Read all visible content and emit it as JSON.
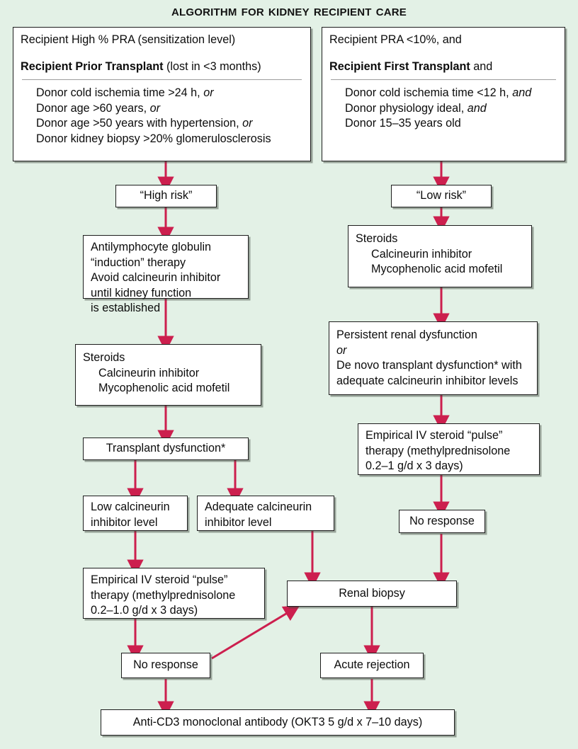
{
  "title": "Algorithm for Kidney Recipient Care",
  "colors": {
    "background": "#e3f1e6",
    "arrow": "#cc1f4e",
    "box_fill": "#ffffff",
    "box_border": "#1d1d1d",
    "divider": "#9d9d9d"
  },
  "boxes": {
    "high_risk_criteria": {
      "head_line1": "Recipient High % PRA (sensitization level)",
      "head_line2_bold": "Recipient Prior Transplant",
      "head_line2_rest": " (lost in <3 months)",
      "items": [
        {
          "text": "Donor cold ischemia time >24 h,",
          "conj": "or"
        },
        {
          "text": "Donor age >60 years,",
          "conj": "or"
        },
        {
          "text": "Donor age >50 years with hypertension,",
          "conj": "or"
        },
        {
          "text": "Donor kidney biopsy >20% glomerulosclerosis",
          "conj": ""
        }
      ]
    },
    "low_risk_criteria": {
      "head_line1": "Recipient PRA <10%, and",
      "head_line2_bold": "Recipient First Transplant",
      "head_line2_rest": " and",
      "items": [
        {
          "text": "Donor cold ischemia time <12 h,",
          "conj": "and"
        },
        {
          "text": "Donor physiology ideal,",
          "conj": "and"
        },
        {
          "text": "Donor 15–35 years old",
          "conj": ""
        }
      ]
    },
    "high_risk_label": "“High risk”",
    "low_risk_label": "“Low risk”",
    "induction": {
      "l1": "Antilymphocyte globulin",
      "l2": "“induction” therapy",
      "l3": "Avoid calcineurin inhibitor",
      "l4": "until kidney function",
      "l5": "is established"
    },
    "steroids_left": {
      "l1": "Steroids",
      "l2": "Calcineurin inhibitor",
      "l3": "Mycophenolic acid mofetil"
    },
    "steroids_right": {
      "l1": "Steroids",
      "l2": "Calcineurin inhibitor",
      "l3": "Mycophenolic acid mofetil"
    },
    "transplant_dysfunction": "Transplant dysfunction*",
    "low_cni": {
      "l1": "Low calcineurin",
      "l2": "inhibitor level"
    },
    "adequate_cni": {
      "l1": "Adequate calcineurin",
      "l2": "inhibitor level"
    },
    "persistent_dysfunction": {
      "l1": "Persistent renal dysfunction",
      "l2": "or",
      "l3": "De novo transplant dysfunction* with",
      "l4": "adequate calcineurin inhibitor levels"
    },
    "pulse_left": {
      "l1": "Empirical IV steroid “pulse”",
      "l2": "therapy (methylprednisolone",
      "l3": "0.2–1.0 g/d x 3 days)"
    },
    "pulse_right": {
      "l1": "Empirical IV steroid “pulse”",
      "l2": "therapy (methylprednisolone",
      "l3": "0.2–1 g/d x 3 days)"
    },
    "no_response_left": "No response",
    "no_response_right": "No response",
    "renal_biopsy": "Renal biopsy",
    "acute_rejection": "Acute rejection",
    "okt3": "Anti-CD3 monoclonal antibody (OKT3 5 g/d x 7–10 days)"
  }
}
